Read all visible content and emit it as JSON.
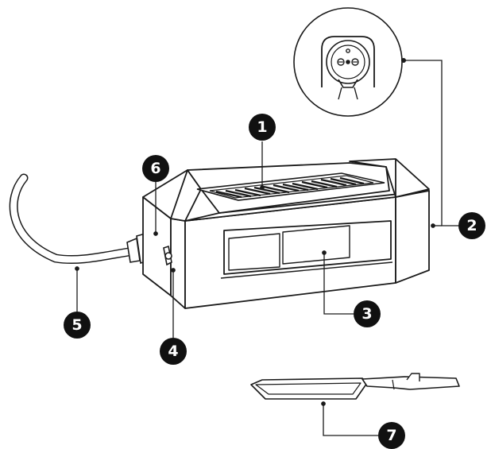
{
  "diagram": {
    "ink_color": "#1a1a1a",
    "callout_fill": "#111111",
    "callouts": [
      {
        "id": "c1",
        "label": "1"
      },
      {
        "id": "c2",
        "label": "2"
      },
      {
        "id": "c3",
        "label": "3"
      },
      {
        "id": "c4",
        "label": "4"
      },
      {
        "id": "c5",
        "label": "5"
      },
      {
        "id": "c6",
        "label": "6"
      },
      {
        "id": "c7",
        "label": "7"
      }
    ]
  }
}
